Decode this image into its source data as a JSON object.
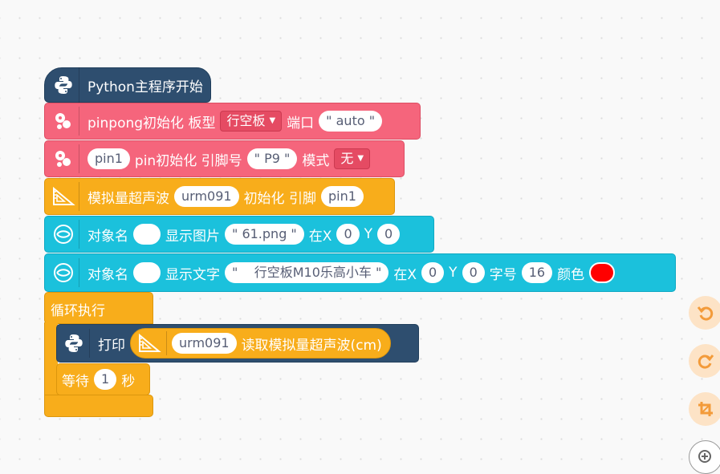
{
  "blocks": {
    "main_program": "Python主程序开始",
    "pinpong_init": {
      "label": "pinpong初始化 板型",
      "board_value": "行空板",
      "port_label": "端口",
      "port_value": "\" auto \""
    },
    "pin_init": {
      "pin_value": "pin1",
      "label1": "pin初始化 引脚号",
      "pin_number": "\" P9 \"",
      "mode_label": "模式",
      "mode_value": "无"
    },
    "ultrasonic_init": {
      "label": "模拟量超声波",
      "sensor_value": "urm091",
      "label2": "初始化 引脚",
      "pin_value": "pin1"
    },
    "show_image": {
      "obj_label": "对象名",
      "obj_value": "",
      "label": "显示图片",
      "file_value": "\" 61.png \"",
      "x_label": "在X",
      "x_value": "0",
      "y_label": "Y",
      "y_value": "0"
    },
    "show_text": {
      "obj_label": "对象名",
      "obj_value": "",
      "label": "显示文字",
      "text_value": "\"    行空板M10乐高小车 \"",
      "x_label": "在X",
      "x_value": "0",
      "y_label": "Y",
      "y_value": "0",
      "size_label": "字号",
      "size_value": "16",
      "color_label": "颜色",
      "color_value": "#ff0000"
    },
    "loop": {
      "label": "循环执行"
    },
    "print": {
      "label": "打印",
      "sensor_value": "urm091",
      "read_label": "读取模拟量超声波(cm)"
    },
    "wait": {
      "label": "等待",
      "value": "1",
      "unit": "秒"
    }
  },
  "side_buttons": [
    {
      "name": "undo-icon"
    },
    {
      "name": "redo-icon"
    },
    {
      "name": "crop-icon"
    },
    {
      "name": "zoom-in-icon"
    }
  ],
  "colors": {
    "python": "#2e4e6f",
    "pinpong": "#f5657c",
    "sensor": "#f8ad1b",
    "display": "#1bc1dc",
    "control": "#f8ad1b"
  }
}
